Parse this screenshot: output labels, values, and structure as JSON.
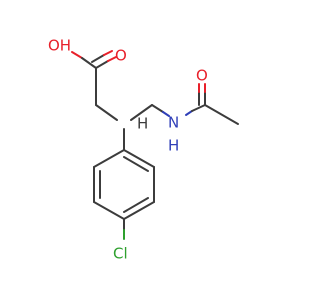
{
  "molecule": {
    "atom_labels": {
      "hydroxyl_oh": "OH",
      "carbonyl_o_acid": "O",
      "carbonyl_o_amide": "O",
      "amide_nh_n": "N",
      "amide_nh_h": "H",
      "stereocenter_h": "H",
      "chlorine": "Cl"
    },
    "colors": {
      "carbon_bond": "#3c3c3c",
      "oxygen": "#e8202a",
      "nitrogen": "#2f3fb8",
      "chlorine": "#2ea02e"
    }
  }
}
